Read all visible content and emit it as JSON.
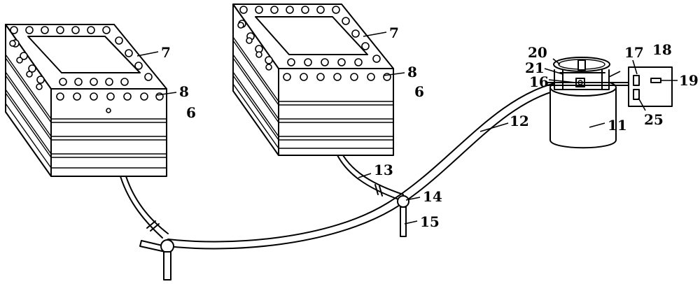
{
  "diagram": {
    "labels": {
      "l7a": "7",
      "l8a": "8",
      "l6a": "6",
      "l7b": "7",
      "l8b": "8",
      "l6b": "6",
      "l13": "13",
      "l14": "14",
      "l15": "15",
      "l12": "12",
      "l11": "11",
      "l20": "20",
      "l21": "21",
      "l16": "16",
      "l17": "17",
      "l18": "18",
      "l19": "19",
      "l25": "25"
    }
  }
}
